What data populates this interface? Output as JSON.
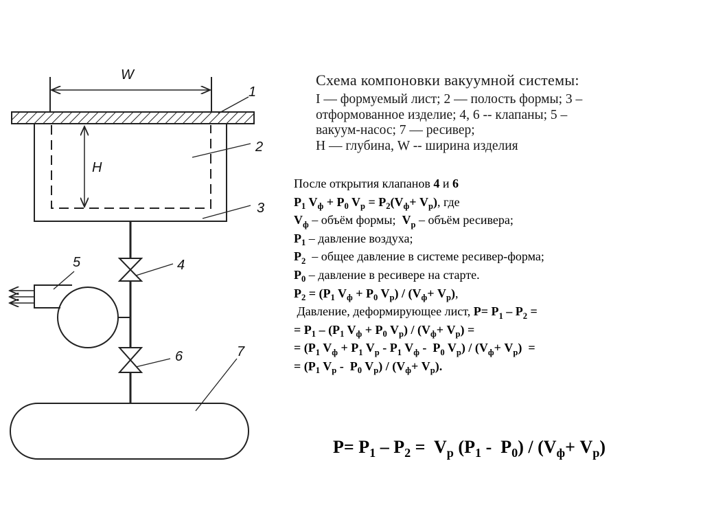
{
  "diagram": {
    "labels": {
      "w": "W",
      "h": "H",
      "n1": "1",
      "n2": "2",
      "n3": "3",
      "n4": "4",
      "n5": "5",
      "n6": "6",
      "n7": "7"
    }
  },
  "legend": {
    "title": "Схема компоновки вакуумной системы:",
    "lines": [
      "I — формуемый лист; 2 — полость формы; 3 –",
      "отформованное изделие; 4, 6 -- клапаны; 5 –",
      "вакуум-насос; 7 — ресивер;",
      "H — глубина, W -- ширина изделия"
    ]
  },
  "formulas": {
    "lines": [
      [
        [
          "После открытия клапанов ",
          "n"
        ],
        [
          "4",
          "b"
        ],
        [
          " и ",
          "n"
        ],
        [
          "6",
          "b"
        ]
      ],
      [
        [
          "P",
          "b"
        ],
        [
          "1",
          "bs"
        ],
        [
          " V",
          "b"
        ],
        [
          "ф",
          "bs"
        ],
        [
          " + P",
          "b"
        ],
        [
          "0",
          "bs"
        ],
        [
          " V",
          "b"
        ],
        [
          "р",
          "bs"
        ],
        [
          " = P",
          "b"
        ],
        [
          "2",
          "bs"
        ],
        [
          "(V",
          "b"
        ],
        [
          "ф",
          "bs"
        ],
        [
          "+ V",
          "b"
        ],
        [
          "р",
          "bs"
        ],
        [
          ")",
          "b"
        ],
        [
          ", где",
          "n"
        ]
      ],
      [
        [
          "V",
          "b"
        ],
        [
          "ф",
          "bs"
        ],
        [
          " – объём формы;  ",
          "n"
        ],
        [
          "V",
          "b"
        ],
        [
          "р",
          "bs"
        ],
        [
          " – объём ресивера;",
          "n"
        ]
      ],
      [
        [
          "P",
          "b"
        ],
        [
          "1",
          "bs"
        ],
        [
          " – давление воздуха;",
          "n"
        ]
      ],
      [
        [
          "P",
          "b"
        ],
        [
          "2",
          "bs"
        ],
        [
          "  – общее давление в системе ресивер-форма;",
          "n"
        ]
      ],
      [
        [
          "P",
          "b"
        ],
        [
          "0",
          "bs"
        ],
        [
          " – давление в ресивере на старте.",
          "n"
        ]
      ],
      [
        [
          "P",
          "b"
        ],
        [
          "2",
          "bs"
        ],
        [
          " = (P",
          "b"
        ],
        [
          "1",
          "bs"
        ],
        [
          " V",
          "b"
        ],
        [
          "ф",
          "bs"
        ],
        [
          " + P",
          "b"
        ],
        [
          "0",
          "bs"
        ],
        [
          " V",
          "b"
        ],
        [
          "р",
          "bs"
        ],
        [
          ") / (V",
          "b"
        ],
        [
          "ф",
          "bs"
        ],
        [
          "+ V",
          "b"
        ],
        [
          "р",
          "bs"
        ],
        [
          ")",
          "b"
        ],
        [
          ",",
          "n"
        ]
      ],
      [
        [
          " Давление, деформирующее лист, ",
          "n"
        ],
        [
          "P= P",
          "b"
        ],
        [
          "1",
          "bs"
        ],
        [
          " – P",
          "b"
        ],
        [
          "2",
          "bs"
        ],
        [
          " =",
          "b"
        ]
      ],
      [
        [
          "= P",
          "b"
        ],
        [
          "1",
          "bs"
        ],
        [
          " – (P",
          "b"
        ],
        [
          "1",
          "bs"
        ],
        [
          " V",
          "b"
        ],
        [
          "ф",
          "bs"
        ],
        [
          " + P",
          "b"
        ],
        [
          "0",
          "bs"
        ],
        [
          " V",
          "b"
        ],
        [
          "р",
          "bs"
        ],
        [
          ") / (V",
          "b"
        ],
        [
          "ф",
          "bs"
        ],
        [
          "+ V",
          "b"
        ],
        [
          "р",
          "bs"
        ],
        [
          ") =",
          "b"
        ]
      ],
      [
        [
          "= (P",
          "b"
        ],
        [
          "1",
          "bs"
        ],
        [
          " V",
          "b"
        ],
        [
          "ф",
          "bs"
        ],
        [
          " + P",
          "b"
        ],
        [
          "1",
          "bs"
        ],
        [
          " V",
          "b"
        ],
        [
          "р",
          "bs"
        ],
        [
          " - P",
          "b"
        ],
        [
          "1",
          "bs"
        ],
        [
          " V",
          "b"
        ],
        [
          "ф",
          "bs"
        ],
        [
          " -  P",
          "b"
        ],
        [
          "0",
          "bs"
        ],
        [
          " V",
          "b"
        ],
        [
          "р",
          "bs"
        ],
        [
          ") / (V",
          "b"
        ],
        [
          "ф",
          "bs"
        ],
        [
          "+ V",
          "b"
        ],
        [
          "р",
          "bs"
        ],
        [
          ")  =",
          "b"
        ]
      ],
      [
        [
          "= (P",
          "b"
        ],
        [
          "1",
          "bs"
        ],
        [
          " V",
          "b"
        ],
        [
          "р",
          "bs"
        ],
        [
          " -  P",
          "b"
        ],
        [
          "0",
          "bs"
        ],
        [
          " V",
          "b"
        ],
        [
          "р",
          "bs"
        ],
        [
          ") / (V",
          "b"
        ],
        [
          "ф",
          "bs"
        ],
        [
          "+ V",
          "b"
        ],
        [
          "р",
          "bs"
        ],
        [
          ").",
          "b"
        ]
      ]
    ],
    "final": [
      [
        "P= P",
        "b"
      ],
      [
        "1",
        "bs"
      ],
      [
        " – P",
        "b"
      ],
      [
        "2",
        "bs"
      ],
      [
        " =  V",
        "b"
      ],
      [
        "р",
        "bs"
      ],
      [
        " (P",
        "b"
      ],
      [
        "1",
        "bs"
      ],
      [
        " -  P",
        "b"
      ],
      [
        "0",
        "bs"
      ],
      [
        ") / (V",
        "b"
      ],
      [
        "ф",
        "bs"
      ],
      [
        "+ V",
        "b"
      ],
      [
        "р",
        "bs"
      ],
      [
        ")",
        "b"
      ]
    ]
  }
}
